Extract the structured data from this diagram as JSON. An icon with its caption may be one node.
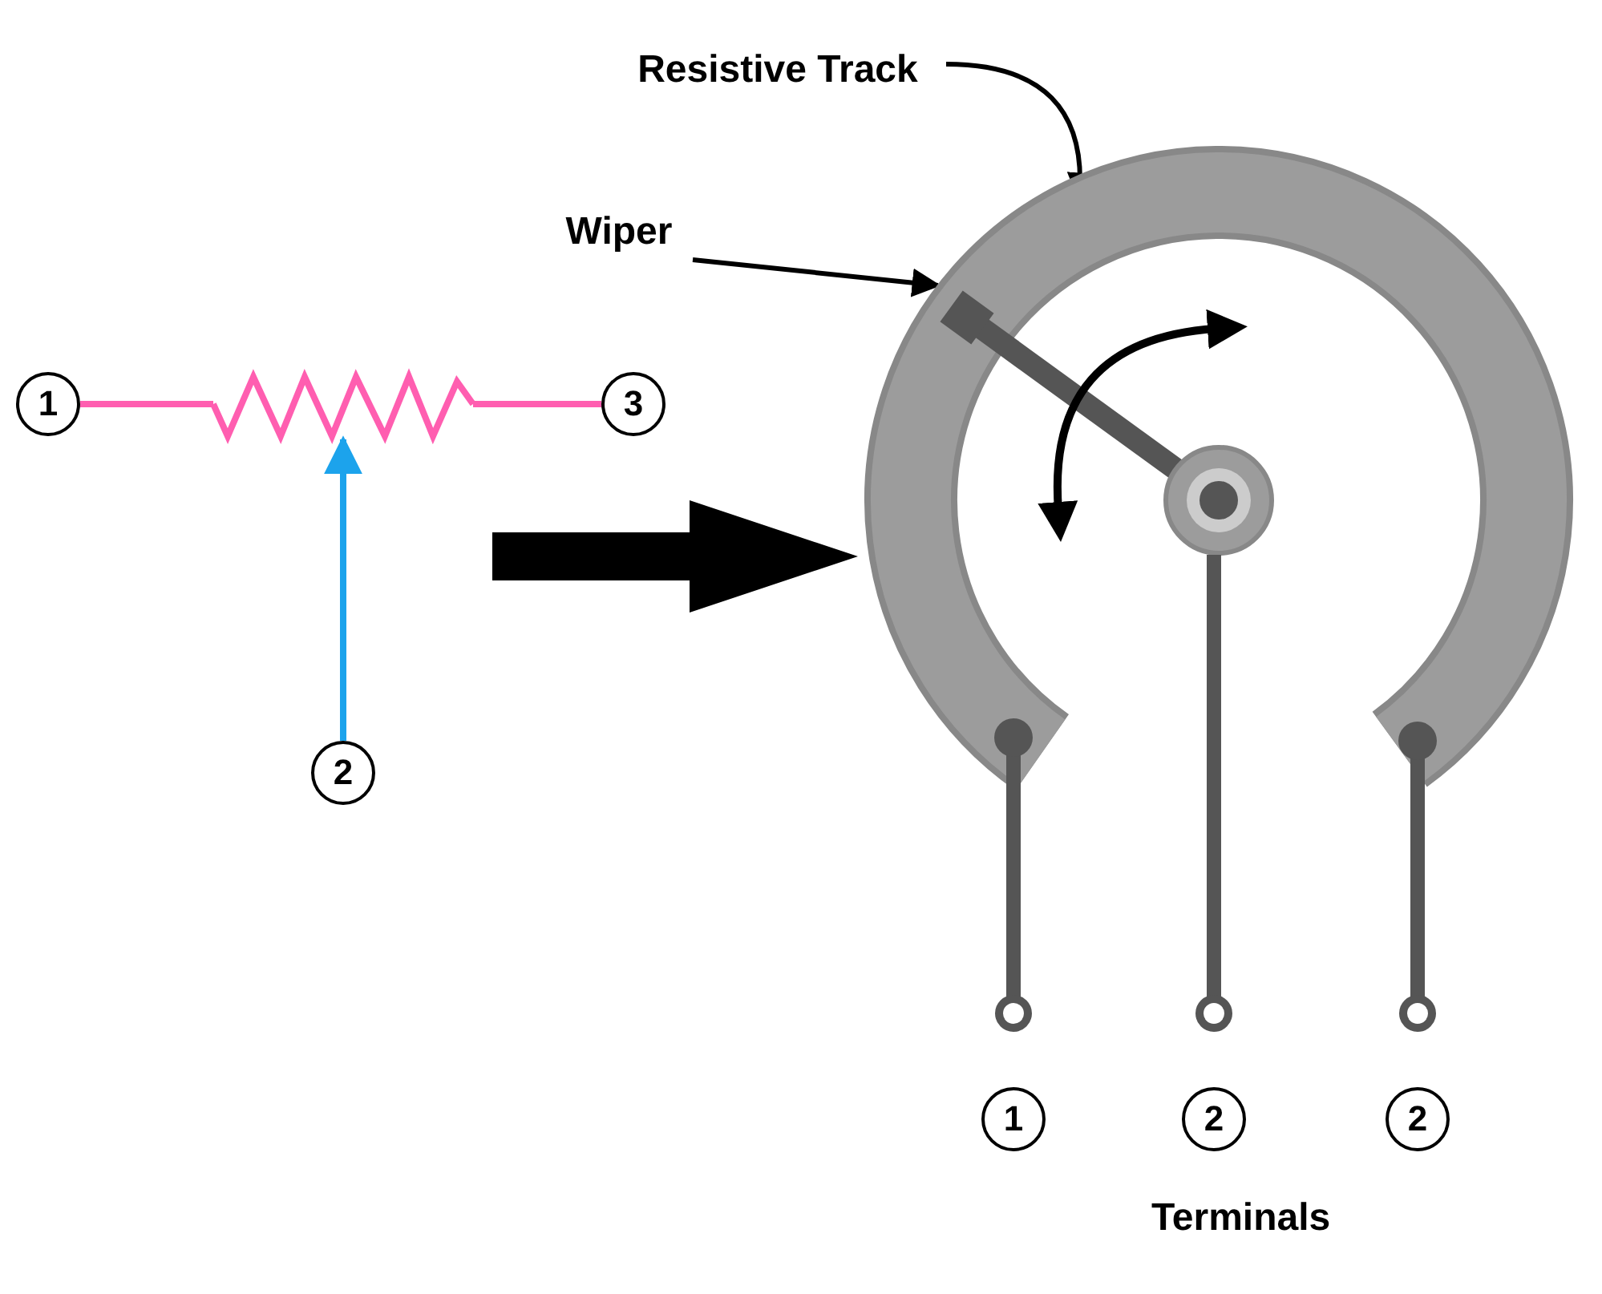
{
  "diagram": {
    "nodes": [
      {
        "text": [
          "1"
        ]
      },
      {
        "text": [
          "3"
        ]
      },
      {
        "text": [
          "2"
        ]
      },
      {
        "text": [],
        "shape": "resistor"
      },
      {
        "text": [],
        "shape": "arc"
      },
      {
        "text": [],
        "shape": "bar",
        "in": 4
      },
      {
        "text": [
          "Resistive Track"
        ]
      },
      {
        "text": [
          "Wiper"
        ]
      },
      {
        "text": [
          "1"
        ]
      },
      {
        "text": [
          "2"
        ]
      },
      {
        "text": [
          "2"
        ]
      }
    ],
    "edges": [
      {
        "from": 0,
        "to": 3,
        "arrow": "none",
        "color": "#ff5eb0"
      },
      {
        "from": 3,
        "to": 1,
        "arrow": "none",
        "color": "#ff5eb0"
      },
      {
        "from": 2,
        "to": 3,
        "arrow": "to",
        "color": "#1ca3ec"
      },
      {
        "from": null,
        "to": 4,
        "arrow": "to",
        "style": "thick"
      },
      {
        "from": 6,
        "to": 4,
        "arrow": "to"
      },
      {
        "from": 7,
        "to": 5,
        "arrow": "to"
      }
    ],
    "labels": [
      "Terminals"
    ]
  }
}
